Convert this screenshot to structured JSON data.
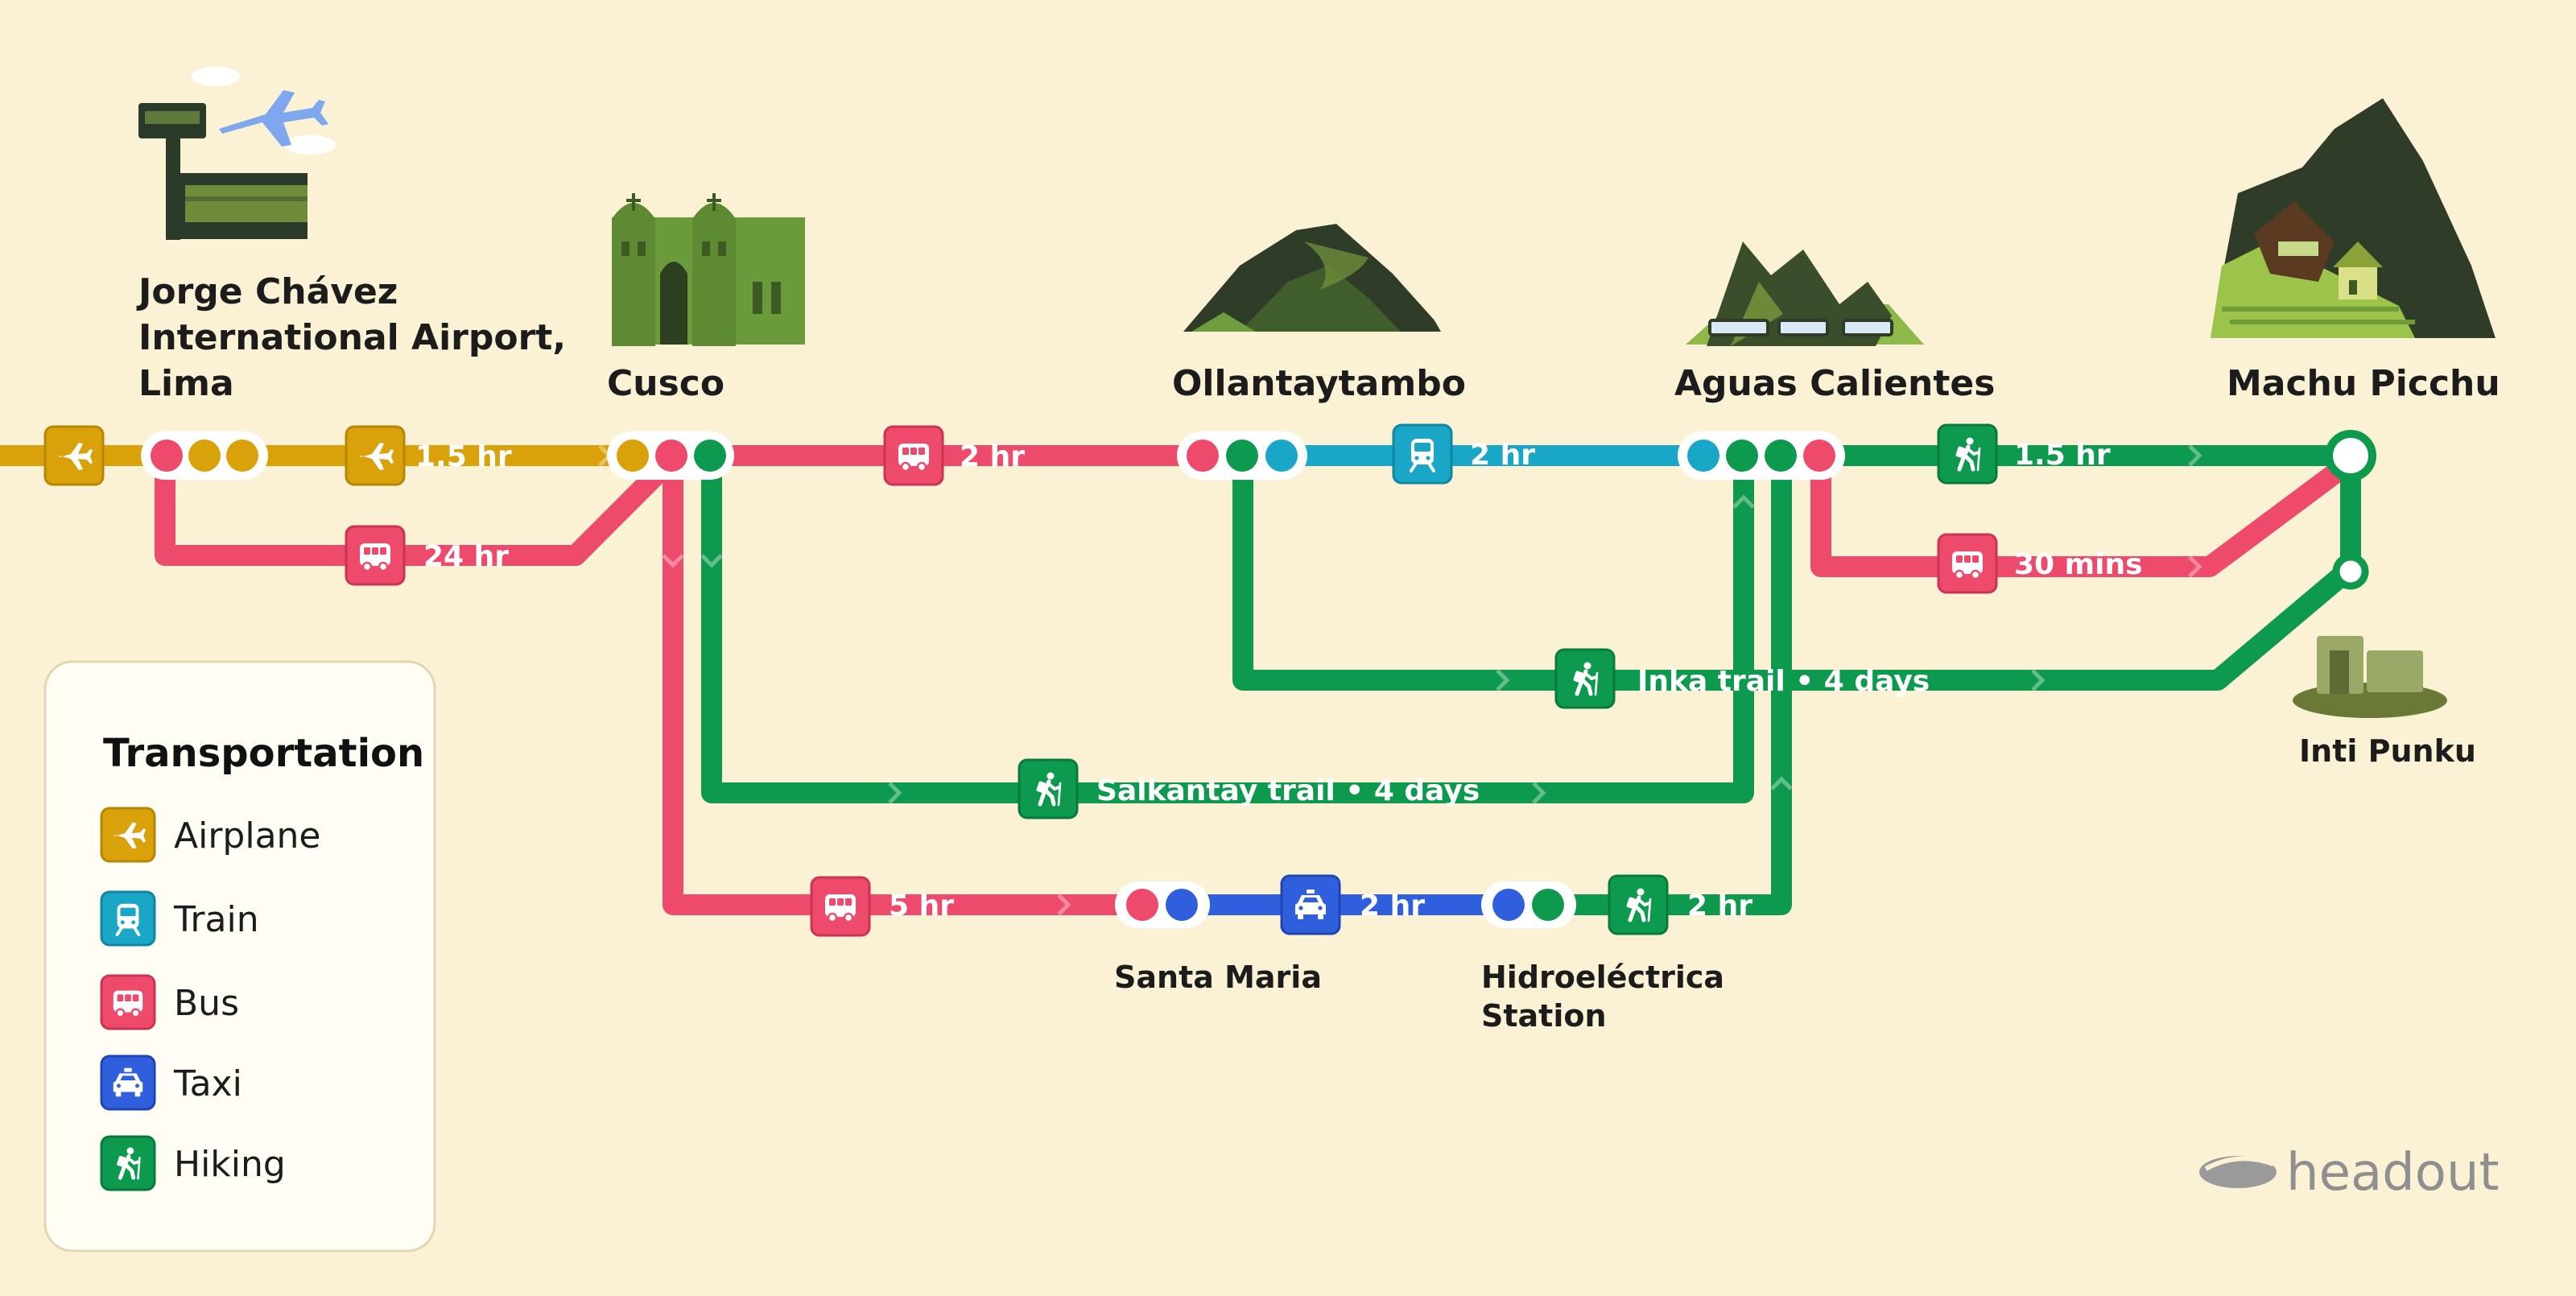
{
  "colors": {
    "airplane": "#d9a20b",
    "train": "#1aa6c6",
    "bus": "#ee4a6c",
    "taxi": "#2f5fdd",
    "hiking": "#0e9a4e",
    "background": "#fbf2d5"
  },
  "stops": {
    "lima": [
      "Jorge Chávez",
      "International Airport,",
      "Lima"
    ],
    "cusco": "Cusco",
    "ollantaytambo": "Ollantaytambo",
    "aguas": "Aguas Calientes",
    "machu": "Machu Picchu",
    "inti": "Inti Punku",
    "santa": "Santa Maria",
    "hidro": [
      "Hidroeléctrica",
      "Station"
    ]
  },
  "legs": {
    "flight": "1.5 hr",
    "bus_lima": "24 hr",
    "bus_cusco": "2 hr",
    "train": "2 hr",
    "hike_aguas": "1.5 hr",
    "bus_aguas": "30 mins",
    "inka": "Inka trail • 4 days",
    "salkantay": "Salkantay trail • 4 days",
    "bus_santa": "5 hr",
    "taxi": "2 hr",
    "hike_hidro": "2 hr"
  },
  "legend": {
    "title": "Transportation",
    "items": [
      {
        "label": "Airplane",
        "icon": "airplane-icon",
        "mode": "airplane"
      },
      {
        "label": "Train",
        "icon": "train-icon",
        "mode": "train"
      },
      {
        "label": "Bus",
        "icon": "bus-icon",
        "mode": "bus"
      },
      {
        "label": "Taxi",
        "icon": "taxi-icon",
        "mode": "taxi"
      },
      {
        "label": "Hiking",
        "icon": "hiking-icon",
        "mode": "hiking"
      }
    ]
  },
  "brand": "headout"
}
